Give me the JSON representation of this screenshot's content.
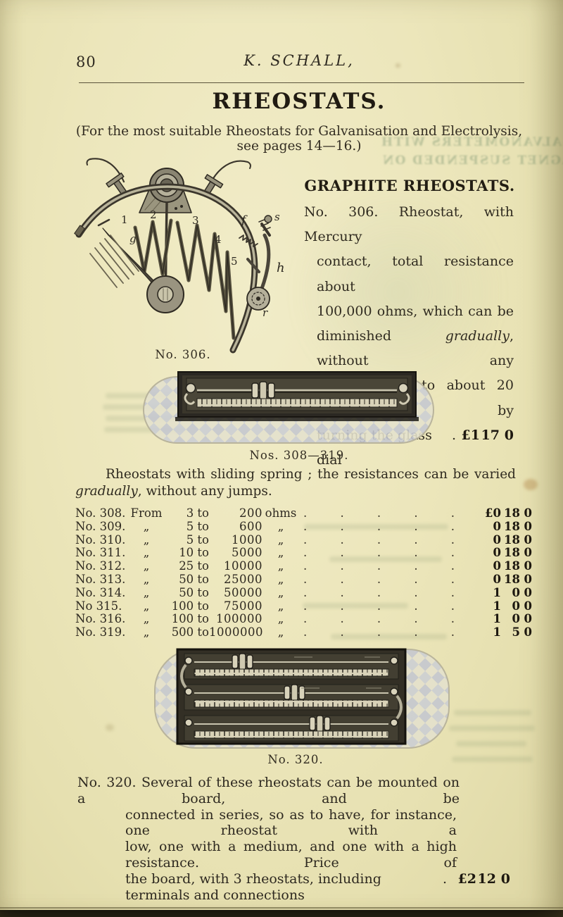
{
  "page": {
    "number": "80",
    "running_title": "K. SCHALL,",
    "title": "RHEOSTATS.",
    "subtitle_line1": "(For the most suitable Rheostats for Galvanisation and Electrolysis,",
    "subtitle_line2": "see pages 14—16.)"
  },
  "graphite": {
    "heading": "GRAPHITE RHEOSTATS.",
    "fig_caption": "No. 306.",
    "l1": "No. 306.  Rheostat, with Mercury",
    "l2": "contact, total resistance about",
    "l3": "100,000 ohms, which can be",
    "l4a": "diminished",
    "l4b": "gradually",
    "l4c": ", without any",
    "l5": "jumps, down to about 20 ohms, by",
    "l6": "turning the glass dial",
    "l6_dot": ".",
    "price": {
      "pounds": "£1",
      "shillings": "17",
      "pence": "0"
    }
  },
  "sliding": {
    "fig_caption": "Nos. 308—319.",
    "intro_line1": "Rheostats with sliding spring ;  the resistances can be varied",
    "intro_line2_italic": "gradually",
    "intro_line2_rest": ", without any jumps.",
    "dot_leader": ".         .         .         .         .         .",
    "rows": [
      {
        "no": "No. 308.",
        "from": "From",
        "range": "3 to",
        "value": "200",
        "unit": "ohms",
        "pounds": "£0",
        "s": "18",
        "d": "0"
      },
      {
        "no": "No. 309.",
        "from": "„",
        "range": "5 to",
        "value": "600",
        "unit": "„",
        "pounds": "0",
        "s": "18",
        "d": "0"
      },
      {
        "no": "No. 310.",
        "from": "„",
        "range": "5 to",
        "value": "1000",
        "unit": "„",
        "pounds": "0",
        "s": "18",
        "d": "0"
      },
      {
        "no": "No. 311.",
        "from": "„",
        "range": "10 to",
        "value": "5000",
        "unit": "„",
        "pounds": "0",
        "s": "18",
        "d": "0"
      },
      {
        "no": "No. 312.",
        "from": "„",
        "range": "25 to",
        "value": "10000",
        "unit": "„",
        "pounds": "0",
        "s": "18",
        "d": "0"
      },
      {
        "no": "No. 313.",
        "from": "„",
        "range": "50 to",
        "value": "25000",
        "unit": "„",
        "pounds": "0",
        "s": "18",
        "d": "0"
      },
      {
        "no": "No. 314.",
        "from": "„",
        "range": "50 to",
        "value": "50000",
        "unit": "„",
        "pounds": "1",
        "s": "0",
        "d": "0"
      },
      {
        "no": "No 315.",
        "from": "„",
        "range": "100 to",
        "value": "75000",
        "unit": "„",
        "pounds": "1",
        "s": "0",
        "d": "0"
      },
      {
        "no": "No. 316.",
        "from": "„",
        "range": "100 to",
        "value": "100000",
        "unit": "„",
        "pounds": "1",
        "s": "0",
        "d": "0"
      },
      {
        "no": "No. 319.",
        "from": "„",
        "range": "500 to",
        "value": "1000000",
        "unit": "„",
        "pounds": "1",
        "s": "5",
        "d": "0"
      }
    ]
  },
  "board": {
    "fig_caption": "No. 320.",
    "l1": "No. 320.  Several of these rheostats can be mounted on a board, and be",
    "l2": "connected in series, so as to have, for instance, one rheostat with a",
    "l3": "low, one with a medium, and one with a high resistance.   Price of",
    "l4": "the board, with 3 rheostats, including terminals and connections",
    "l4_dot": ".",
    "price": {
      "pounds": "£2",
      "shillings": "12",
      "pence": "0"
    }
  },
  "figure_labels": {
    "n1": "1",
    "n2": "2",
    "n3": "3",
    "n4": "4",
    "n5": "5",
    "g": "g",
    "f": "f",
    "s": "s",
    "h": "h",
    "r": "r"
  },
  "ghosts": {
    "line1": "GALVANOMETERS WITH",
    "line2": "MAGNET SUSPENDED ON"
  },
  "colors": {
    "paper": "#ece6bb",
    "ink": "#2f2a21",
    "heading_ink": "#201b12",
    "ghost": "#7a9470",
    "mat_diamond": "#c6c9d1",
    "engraving": "#3b362c",
    "scan_bar": "#16130d"
  }
}
